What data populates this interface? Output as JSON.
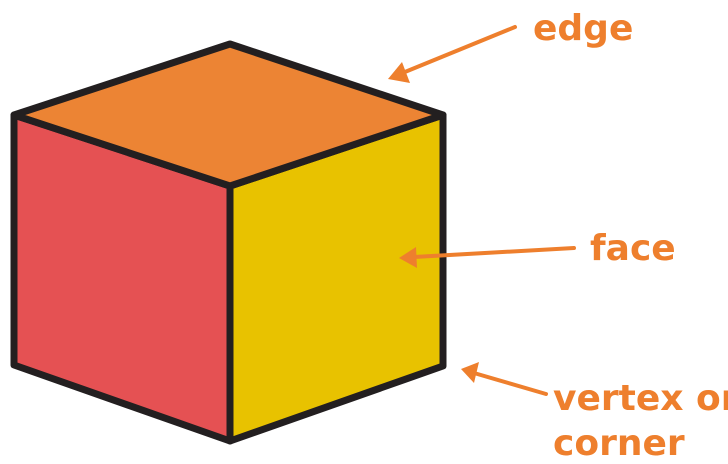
{
  "colors": {
    "top_face": "#ec8434",
    "left_face": "#e55153",
    "right_face": "#e8c200",
    "outline": "#231f20",
    "label": "#ee7f2d"
  },
  "labels": {
    "edge": "edge",
    "face": "face",
    "vertex_line1": "vertex or",
    "vertex_line2": "corner"
  }
}
